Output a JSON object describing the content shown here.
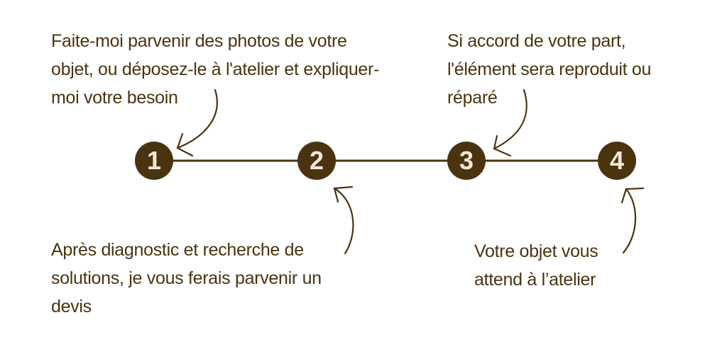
{
  "colors": {
    "primary": "#4a3410",
    "number_text": "#f1e8da"
  },
  "steps": [
    {
      "number": "1",
      "lines": [
        "Faite-moi parvenir des photos de votre",
        "objet, ou déposez-le à l'atelier et expliquer-",
        "moi votre besoin"
      ]
    },
    {
      "number": "2",
      "lines": [
        "Après diagnostic et recherche de",
        "solutions, je vous ferais parvenir un",
        "devis"
      ]
    },
    {
      "number": "3",
      "lines": [
        "Si accord de votre part,",
        "l'élément sera reproduit ou",
        "réparé"
      ]
    },
    {
      "number": "4",
      "lines": [
        "Votre objet vous",
        "attend à l’atelier"
      ]
    }
  ]
}
